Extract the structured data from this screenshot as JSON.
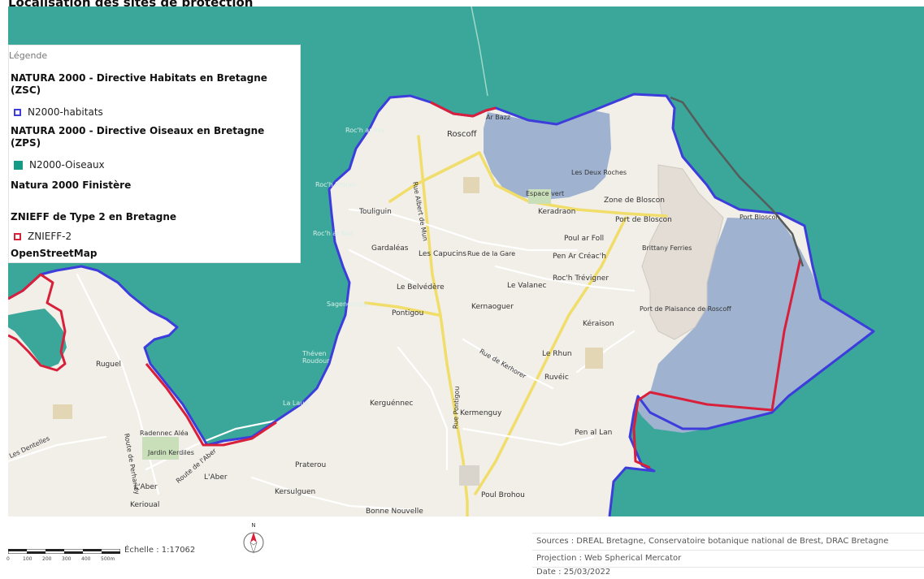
{
  "title": "Localisation des sites de protection",
  "colors": {
    "sea": "#3aa79a",
    "land": "#f2efe9",
    "marine_zone": "#9fb3d1",
    "natura_habitats": "#3d3ddc",
    "natura_oiseaux": "#159a85",
    "znieff": "#d8203a",
    "roads_major": "#f0dd6a"
  },
  "legend": {
    "heading": "Légende",
    "group_habitats": "NATURA 2000 - Directive Habitats en Bretagne (ZSC)",
    "item_habitats": "N2000-habitats",
    "group_oiseaux": "NATURA 2000 - Directive Oiseaux en Bretagne (ZPS)",
    "item_oiseaux": "N2000-Oiseaux",
    "group_finistere": "Natura 2000 Finistère",
    "group_znieff": "ZNIEFF de Type 2 en Bretagne",
    "item_znieff": "ZNIEFF-2",
    "group_osm": "OpenStreetMap"
  },
  "places": {
    "roscoff": "Roscoff",
    "ar_bazz": "Ar Bazz",
    "toulliguin": "Touliguin",
    "gardaleas": "Gardaléas",
    "les_capucins": "Les Capucins",
    "rue_de_la_gare": "Rue de la Gare",
    "le_belvedere": "Le Belvédère",
    "pontigou": "Pontigou",
    "kernaoguer": "Kernaoguer",
    "le_valanec": "Le Valanec",
    "rochtrevigner": "Roc'h Trévigner",
    "keradraon": "Keradraon",
    "poul_ar_foll": "Poul ar Foll",
    "pen_ar_creach": "Pen Ar Créac'h",
    "port_de_bloscon": "Port de Bloscon",
    "zone_de_bloscon": "Zone de Bloscon",
    "les_deux_roches": "Les Deux Roches",
    "espace_vert": "Espace vert",
    "brittany_ferries": "Brittany Ferries",
    "port_plaisance": "Port de Plaisance de Roscoff",
    "keraison": "Kéraison",
    "le_rhun": "Le Rhun",
    "ruveic": "Ruvéic",
    "rue_de_kerhorer": "Rue de Kerhorer",
    "kerguennec": "Kerguénnec",
    "kermenguy": "Kermenguy",
    "pen_al_lan": "Pen al Lan",
    "poul_brohou": "Poul Brohou",
    "bonne_nouvelle": "Bonne Nouvelle",
    "kersulguen": "Kersulguen",
    "praterou": "Praterou",
    "l_aber_1": "L'Aber",
    "l_aber_2": "L'Aber",
    "kerioual": "Kerioual",
    "ruguel": "Ruguel",
    "radennec": "Radennec Aléa",
    "jardin_kerdiles": "Jardin Kerdiles",
    "route_de_perharidy": "Route de Perharidy",
    "route_du_laber": "Route de l'Aber",
    "les_dentelles": "Les Dentelles",
    "rue_albert_de_mun": "Rue Albert de Mun",
    "rue_pontigou": "Rue Pontigou",
    "port_ar_bloscon": "Port Bloscon",
    "roc_kroum": "Roc'h Kroum",
    "roc_ar_boz": "Roc'h ar Boz",
    "roc_ar_ino": "Roc'h ar Ino",
    "sagenenou": "Sagenennou",
    "theven": "Théven Roudour",
    "la_laud": "La Laud"
  },
  "footer": {
    "scale_label": "Échelle : 1:17062",
    "scale_ticks": [
      "0",
      "100",
      "200",
      "300",
      "400",
      "500m"
    ],
    "sources": "Sources : DREAL Bretagne, Conservatoire botanique national de Brest, DRAC Bretagne",
    "projection": "Projection : Web Spherical Mercator",
    "date": "Date : 25/03/2022",
    "north_label": "N"
  }
}
